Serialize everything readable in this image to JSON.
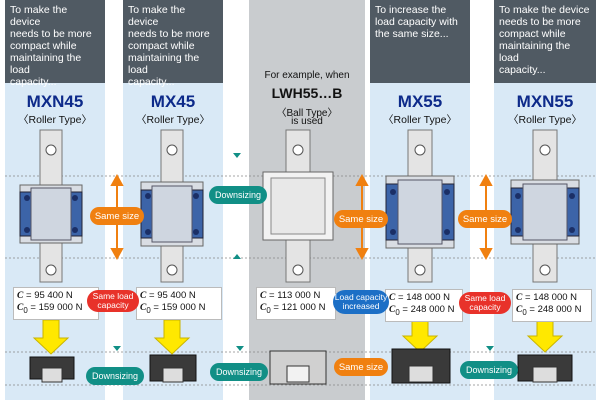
{
  "colors": {
    "header_dark": "#505a63",
    "header_mid": "#d4d7d9",
    "column_light": "#d9e9f6",
    "column_mid": "#c9cccf",
    "model_blue": "#0d2a8a",
    "block_blue": "#3c64a8",
    "orange": "#f08010",
    "red": "#e8322a",
    "teal": "#118f86",
    "blue_pill": "#1c6fc6",
    "arrow_yellow": "#ffe800"
  },
  "icons": [
    "rail-icon",
    "slide-block-icon",
    "cross-section-icon",
    "down-arrow-icon",
    "dimension-arrow-icon"
  ],
  "columns": [
    {
      "header": [
        "To make the device",
        "needs to be more",
        "compact while",
        "maintaining the load",
        "capacity..."
      ],
      "model": "MXN45",
      "type": "〈Roller Type〉",
      "spec": {
        "C": "95 400 N",
        "C0": "159 000 N"
      }
    },
    {
      "header": [
        "To make the device",
        "needs to be more",
        "compact while",
        "maintaining the load",
        "capacity..."
      ],
      "model": "MX45",
      "type": "〈Roller Type〉",
      "spec": {
        "C": "95 400 N",
        "C0": "159 000 N"
      }
    },
    {
      "header": [],
      "intro": "For example, when",
      "model": "LWH55…B",
      "type": "〈Ball Type〉",
      "note": "is used",
      "spec": {
        "C": "113 000 N",
        "C0": "121 000 N"
      }
    },
    {
      "header": [
        "To increase the",
        "load capacity with",
        "the same size..."
      ],
      "model": "MX55",
      "type": "〈Roller Type〉",
      "spec": {
        "C": "148 000 N",
        "C0": "248 000 N"
      }
    },
    {
      "header": [
        "To make the device",
        "needs to be more",
        "compact while",
        "maintaining the load",
        "capacity..."
      ],
      "model": "MXN55",
      "type": "〈Roller Type〉",
      "spec": {
        "C": "148 000 N",
        "C0": "248 000 N"
      }
    }
  ],
  "labels": {
    "same_size": "Same size",
    "downsizing": "Downsizing",
    "same_load_1": "Same load",
    "same_load_2": "capacity",
    "load_up_1": "Load capacity",
    "load_up_2": "increased",
    "c_sym": "C",
    "c0_sym": "C",
    "c0_sub": "0",
    "eq": "="
  }
}
